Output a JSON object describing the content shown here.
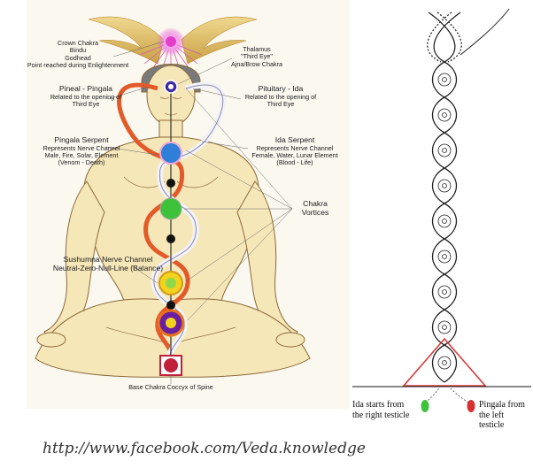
{
  "left_diagram": {
    "labels": {
      "crown": [
        "Crown Chakra",
        "Bindu",
        "Godhead",
        "Point reached during Enlightenment"
      ],
      "thalamus": [
        "Thalamus",
        "\"Third Eye\"",
        "Ajna/Brow Chakra"
      ],
      "pineal": [
        "Pineal - Pingala",
        "Related to the opening of",
        "Third Eye"
      ],
      "pituitary": [
        "Pituitary - Ida",
        "Related to the opening of",
        "Third Eye"
      ],
      "pingala_serpent": [
        "Pingala Serpent",
        "Represents Nerve Channel",
        "Male, Fire, Solar, Element",
        "(Venom - Death)"
      ],
      "ida_serpent": [
        "Ida Serpent",
        "Represents Nerve Channel",
        "Female, Water, Lunar Element",
        "(Blood - Life)"
      ],
      "chakra_vortices": [
        "Chakra",
        "Vortices"
      ],
      "sushumna": [
        "Sushumna Nerve Channel",
        "Neutral-Zero-Null-Line (Balance)"
      ],
      "base": [
        "Base Chakra Coccyx of Spine"
      ]
    },
    "chakra_colors": [
      "#c0203a",
      "#e8731c",
      "#f2d21c",
      "#3ec23a",
      "#2f7fd8",
      "#3c2aa6",
      "#e23ec8"
    ]
  },
  "right_diagram": {
    "ida_label": [
      "Ida starts from",
      "the right testicle"
    ],
    "pingala_label": [
      "Pingala from",
      "the left",
      "testicle"
    ],
    "colors": {
      "ida": "#3ec23a",
      "pingala": "#d63030",
      "triangle": "#d63a3a"
    }
  },
  "footer": {
    "url": "http://www.facebook.com/Veda.knowledge"
  }
}
